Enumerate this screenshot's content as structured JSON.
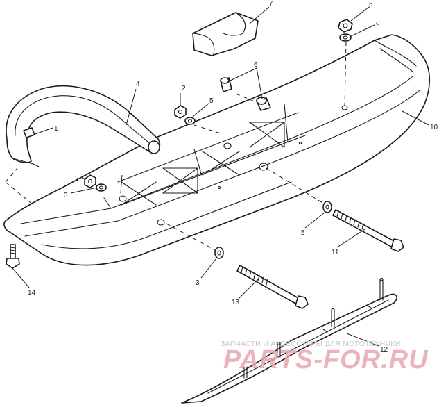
{
  "callouts": {
    "c1": "1",
    "c2a": "2",
    "c2b": "2",
    "c3a": "3",
    "c3b": "3",
    "c4": "4",
    "c5a": "5",
    "c5b": "5",
    "c6": "6",
    "c7": "7",
    "c8": "8",
    "c9": "9",
    "c10": "10",
    "c11": "11",
    "c12": "12",
    "c13": "13",
    "c14": "14"
  },
  "watermark": {
    "caption": "ЗАПЧАСТИ И АКСЕССУАРЫ ДЛЯ МОТОТЕХНИКИ",
    "brand": "PARTS-FOR.RU"
  },
  "colors": {
    "line": "#1a1a1a",
    "watermark_caption": "#c8c8c8",
    "watermark_brand": "#e8a8ae"
  }
}
